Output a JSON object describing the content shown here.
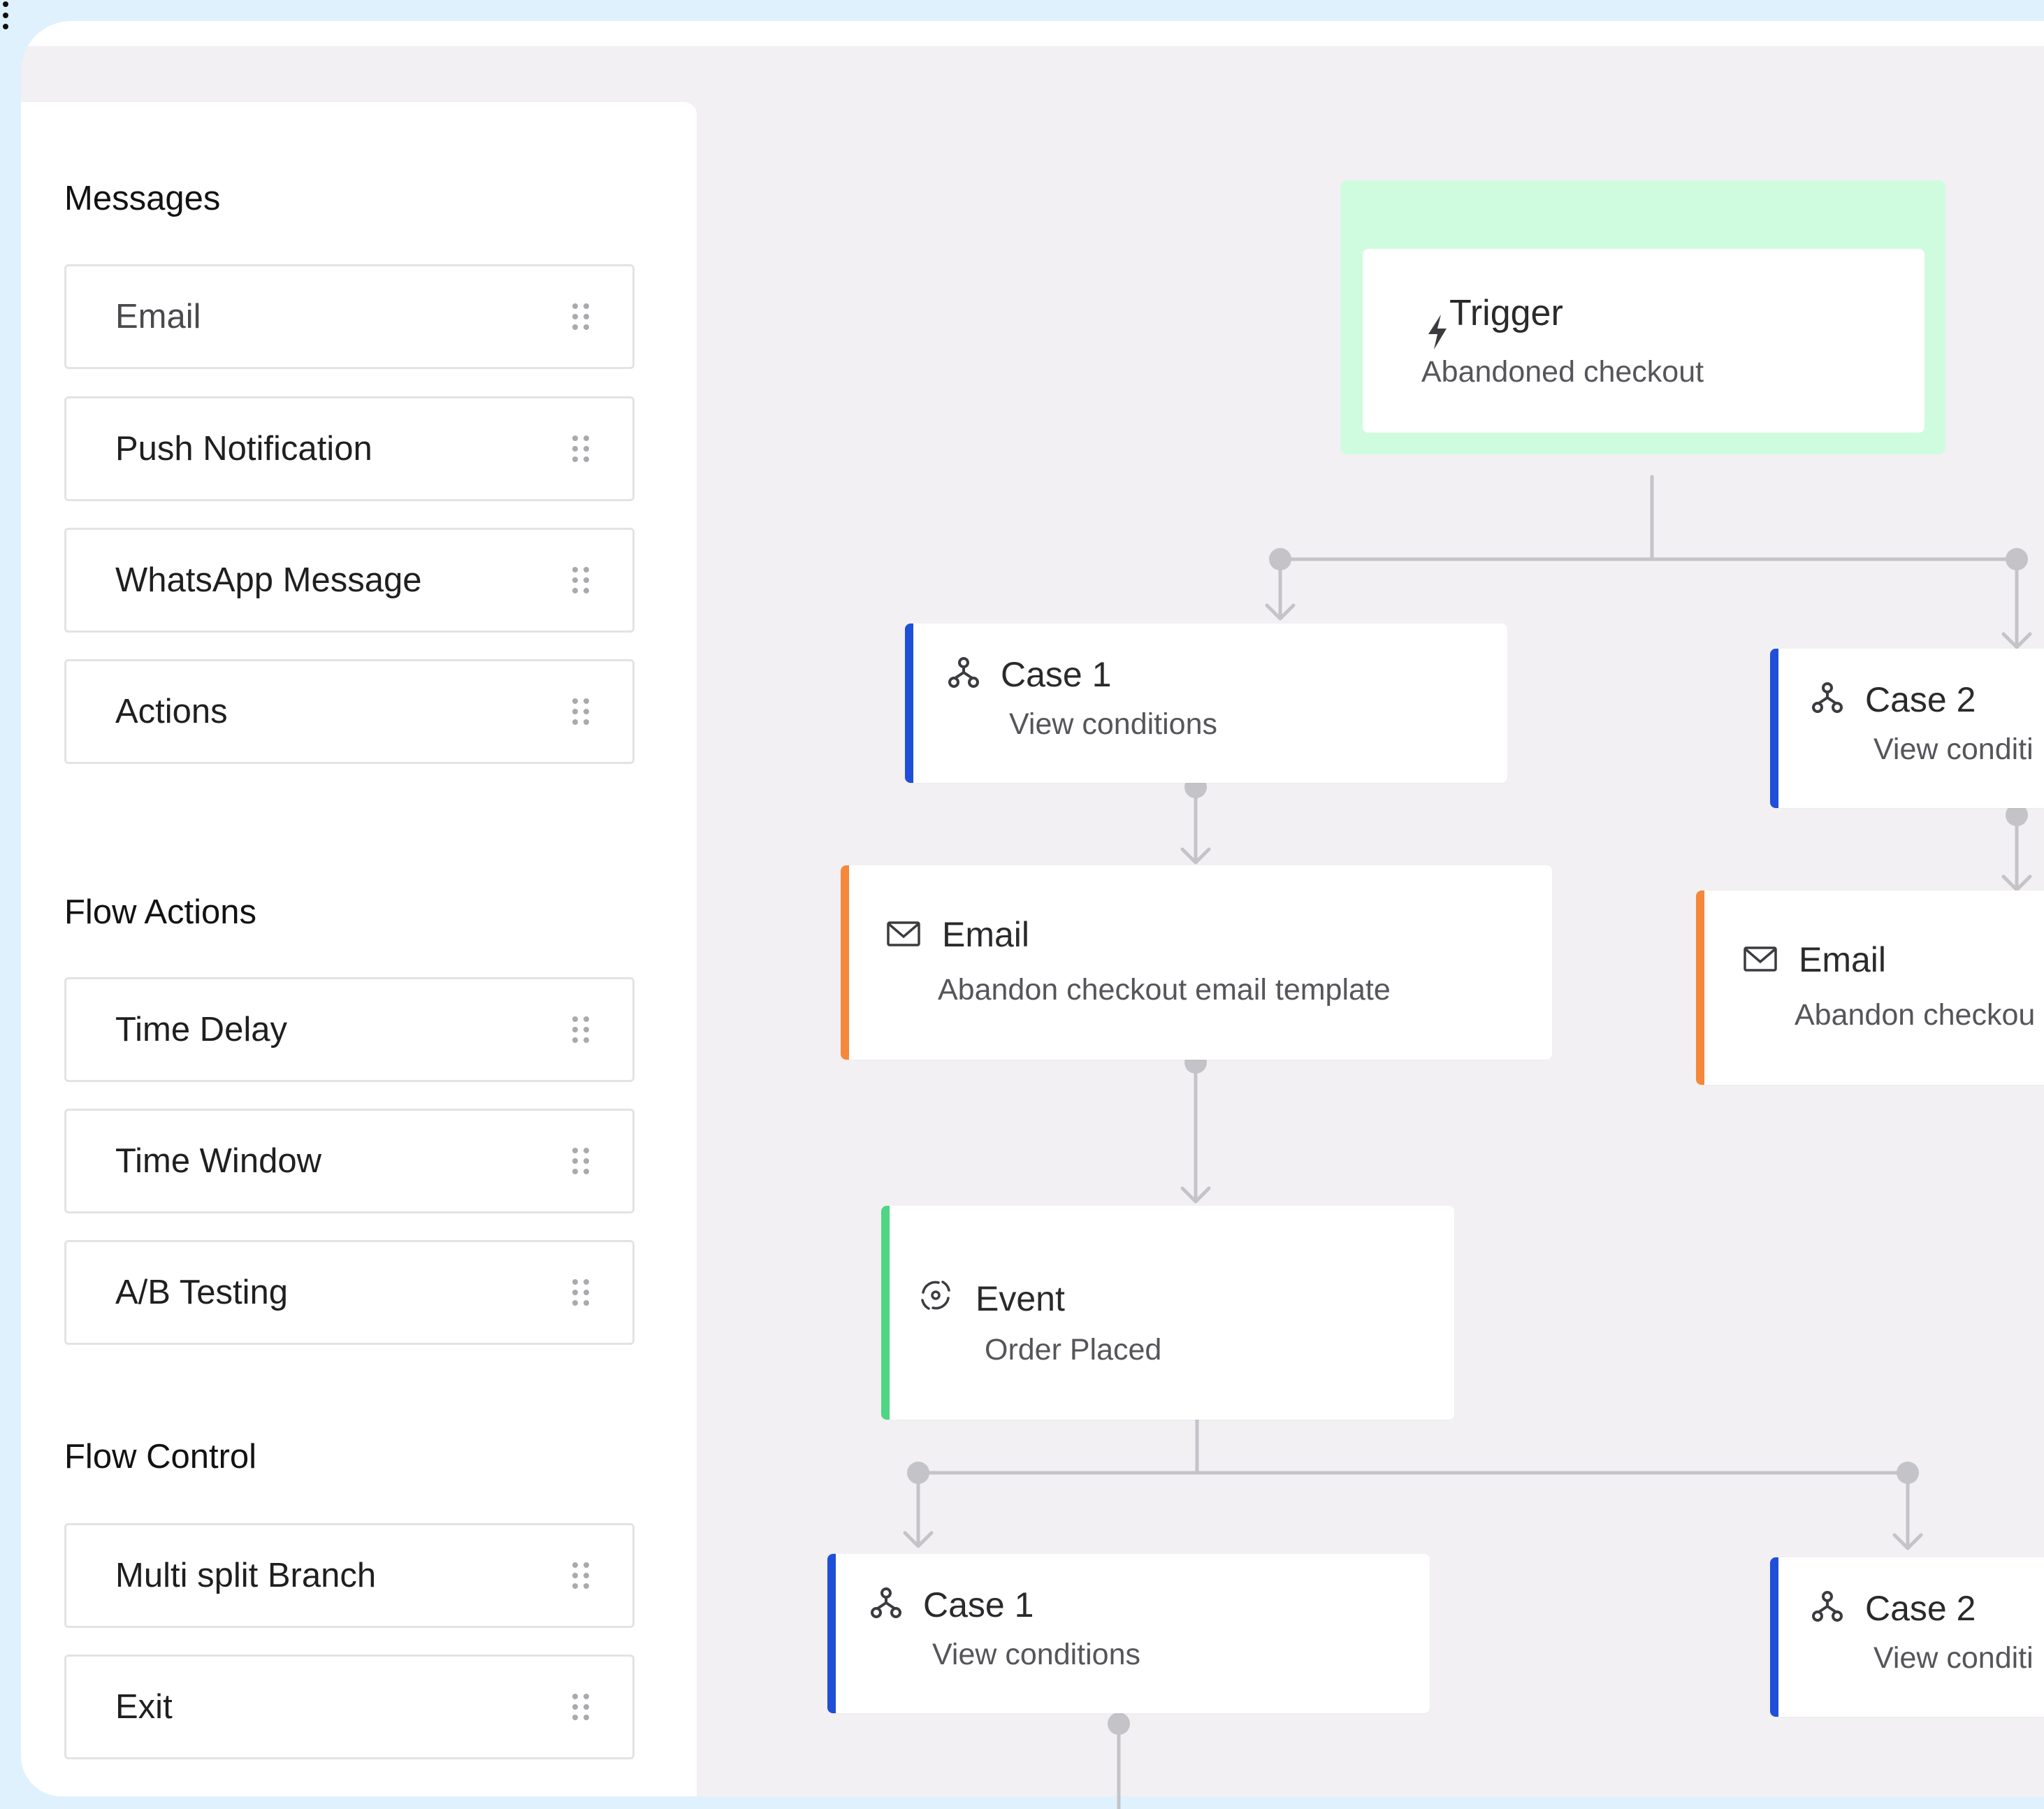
{
  "sidebar": {
    "messages_title": "Messages",
    "messages": [
      {
        "label": "Email"
      },
      {
        "label": "Push Notification"
      },
      {
        "label": "WhatsApp Message"
      },
      {
        "label": "Actions"
      }
    ],
    "flow_actions_title": "Flow Actions",
    "flow_actions": [
      {
        "label": "Time Delay"
      },
      {
        "label": "Time Window"
      },
      {
        "label": "A/B Testing"
      }
    ],
    "flow_control_title": "Flow Control",
    "flow_control": [
      {
        "label": "Multi split Branch"
      },
      {
        "label": "Exit"
      }
    ]
  },
  "flow": {
    "trigger": {
      "title": "Trigger",
      "subtitle": "Abandoned checkout",
      "icon": "lightning-icon"
    },
    "case1_top": {
      "title": "Case 1",
      "subtitle": "View conditions",
      "icon": "branch-icon"
    },
    "case2_top": {
      "title": "Case 2",
      "subtitle": "View conditi",
      "icon": "branch-icon"
    },
    "email_left": {
      "title": "Email",
      "subtitle": "Abandon checkout email template",
      "icon": "envelope-icon"
    },
    "email_right": {
      "title": "Email",
      "subtitle": "Abandon checkou",
      "icon": "envelope-icon"
    },
    "event": {
      "title": "Event",
      "subtitle": "Order Placed",
      "icon": "event-icon"
    },
    "case1_bottom": {
      "title": "Case 1",
      "subtitle": "View conditions",
      "icon": "branch-icon"
    },
    "case2_bottom": {
      "title": "Case 2",
      "subtitle": "View conditi",
      "icon": "branch-icon"
    }
  },
  "colors": {
    "outer_bg": "#dff1fd",
    "canvas_bg": "#f2f0f3",
    "trigger_bg": "#cffcde",
    "case_accent": "#1f4fd8",
    "email_accent": "#f5883a",
    "event_accent": "#4fd684",
    "connector": "#c4c3c8"
  }
}
